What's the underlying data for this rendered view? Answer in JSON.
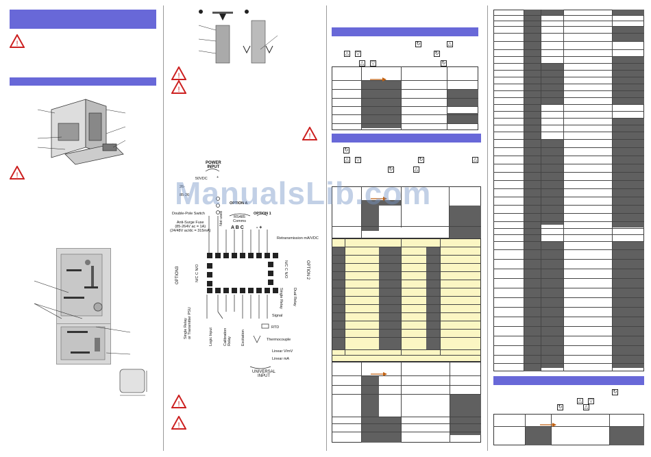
{
  "watermark": "ManualsLib.com",
  "wiring": {
    "power_input": "POWER\nINPUT",
    "v50": "50VDC",
    "v26": "26-",
    "v85": "85-26",
    "plus": "+",
    "option_a": "OPTION A",
    "option_1": "OPTION 1",
    "rs485": "RS485\nComms",
    "not_used": "Not used",
    "abc": "A  B  C",
    "minus_plus": "-   +",
    "retrans": "Retransmission mA/VDC",
    "double_pole": "Double-Pole Switch",
    "fuse": "Anti-Surge Fuse\n(85-264V ac = 1A)\n(24/48V ac/dc = 315mA)",
    "option3": "OPTION3",
    "option2": "OPTION 2",
    "single_relay_psu": "Single Relay\nor Transmitter PSU",
    "single_relay": "Single Relay",
    "dual_relay": "Dual Relay",
    "nc_no_left": "N/C  C  N/O",
    "nc_no_right": "N/C  C  N/O",
    "signal": "Signal",
    "rtd": "RTD",
    "thermocouple": "Thermocouple",
    "linear_vmv": "Linear V/mV",
    "linear_ma": "Linear mA",
    "logic_input": "Logic Input",
    "calibration_relay": "Calibration\nRelay",
    "excitation": "Excitation",
    "universal_input": "UNIVERSAL\nINPUT"
  },
  "colors": {
    "bar": "#6868d8",
    "dark": "#606060",
    "yellow": "#fbf6c3",
    "warn": "#cc2020"
  }
}
